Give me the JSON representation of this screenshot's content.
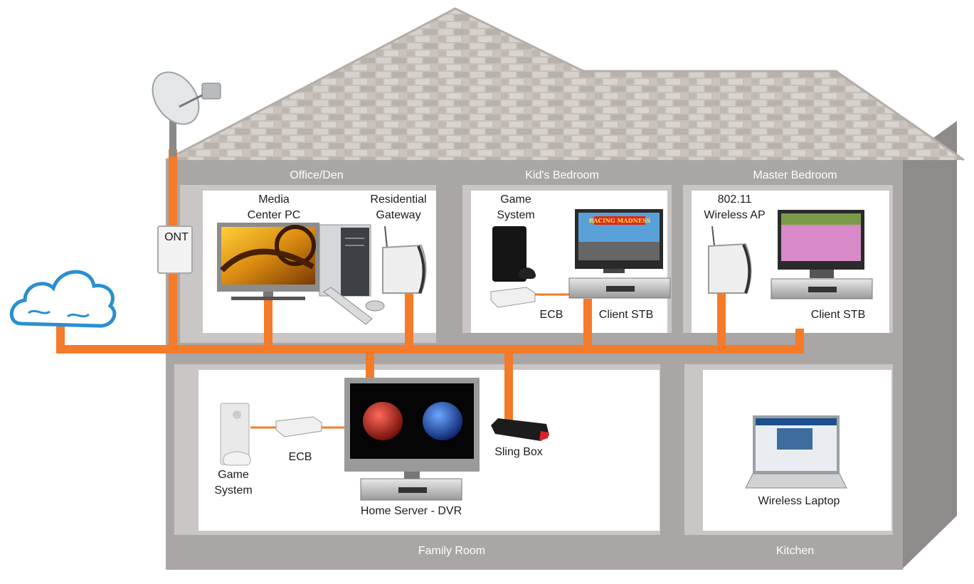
{
  "rooms": {
    "office": "Office/Den",
    "kids": "Kid's Bedroom",
    "master": "Master Bedroom",
    "family": "Family Room",
    "kitchen": "Kitchen"
  },
  "devices": {
    "ont": "ONT",
    "media_pc_1": "Media",
    "media_pc_2": "Center PC",
    "gateway_1": "Residential",
    "gateway_2": "Gateway",
    "kids_game_1": "Game",
    "kids_game_2": "System",
    "kids_ecb": "ECB",
    "kids_stb": "Client STB",
    "ap_1": "802.11",
    "ap_2": "Wireless AP",
    "master_stb": "Client STB",
    "family_game_1": "Game",
    "family_game_2": "System",
    "family_ecb": "ECB",
    "home_server": "Home Server - DVR",
    "sling": "Sling Box",
    "laptop": "Wireless Laptop"
  },
  "screens": {
    "racing_title": "RACING MADNESS"
  },
  "colors": {
    "cable": "#f47b2a",
    "wall": "#a9a6a5",
    "room": "#ffffff",
    "roof": "#c9c3bd",
    "cloud": "#2a8fd0"
  },
  "icons": [
    "satellite-dish-icon",
    "cloud-icon",
    "ont-box-icon",
    "monitor-icon",
    "pc-tower-icon",
    "router-icon",
    "game-console-icon",
    "set-top-box-icon",
    "ecb-adapter-icon",
    "sling-box-icon",
    "laptop-icon"
  ]
}
